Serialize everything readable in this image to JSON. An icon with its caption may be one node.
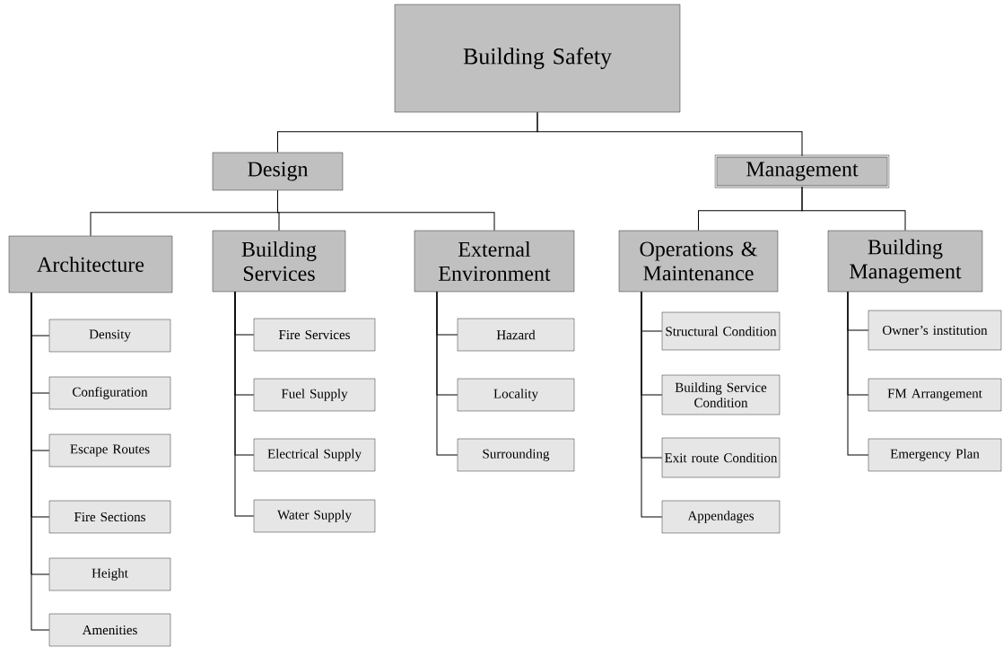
{
  "diagram": {
    "nodes": [
      {
        "text": [
          "Building Safety"
        ]
      },
      {
        "text": [
          "Design"
        ]
      },
      {
        "text": [
          "Management"
        ]
      },
      {
        "text": [
          "Architecture"
        ]
      },
      {
        "text": [
          "Building Services"
        ]
      },
      {
        "text": [
          "External Environment"
        ]
      },
      {
        "text": [
          "Operations & Maintenance"
        ]
      },
      {
        "text": [
          "Building Management"
        ]
      },
      {
        "text": [
          "Density"
        ]
      },
      {
        "text": [
          "Configuration"
        ]
      },
      {
        "text": [
          "Escape Routes"
        ]
      },
      {
        "text": [
          "Fire Sections"
        ]
      },
      {
        "text": [
          "Height"
        ]
      },
      {
        "text": [
          "Amenities"
        ]
      },
      {
        "text": [
          "Fire Services"
        ]
      },
      {
        "text": [
          "Fuel Supply"
        ]
      },
      {
        "text": [
          "Electrical Supply"
        ]
      },
      {
        "text": [
          "Water Supply"
        ]
      },
      {
        "text": [
          "Hazard"
        ]
      },
      {
        "text": [
          "Locality"
        ]
      },
      {
        "text": [
          "Surrounding"
        ]
      },
      {
        "text": [
          "Structural Condition"
        ]
      },
      {
        "text": [
          "Building Service Condition"
        ]
      },
      {
        "text": [
          "Exit route Condition"
        ]
      },
      {
        "text": [
          "Appendages"
        ]
      },
      {
        "text": [
          "Owner’s institution"
        ]
      },
      {
        "text": [
          "FM Arrangement"
        ]
      },
      {
        "text": [
          "Emergency Plan"
        ]
      }
    ],
    "edges": [
      {
        "from": 0,
        "to": 1,
        "arrow": "none"
      },
      {
        "from": 0,
        "to": 2,
        "arrow": "none"
      },
      {
        "from": 1,
        "to": 3,
        "arrow": "none"
      },
      {
        "from": 1,
        "to": 4,
        "arrow": "none"
      },
      {
        "from": 1,
        "to": 5,
        "arrow": "none"
      },
      {
        "from": 2,
        "to": 6,
        "arrow": "none"
      },
      {
        "from": 2,
        "to": 7,
        "arrow": "none"
      },
      {
        "from": 3,
        "to": 8,
        "arrow": "none"
      },
      {
        "from": 3,
        "to": 9,
        "arrow": "none"
      },
      {
        "from": 3,
        "to": 10,
        "arrow": "none"
      },
      {
        "from": 3,
        "to": 11,
        "arrow": "none"
      },
      {
        "from": 3,
        "to": 12,
        "arrow": "none"
      },
      {
        "from": 3,
        "to": 13,
        "arrow": "none"
      },
      {
        "from": 4,
        "to": 14,
        "arrow": "none"
      },
      {
        "from": 4,
        "to": 15,
        "arrow": "none"
      },
      {
        "from": 4,
        "to": 16,
        "arrow": "none"
      },
      {
        "from": 4,
        "to": 17,
        "arrow": "none"
      },
      {
        "from": 5,
        "to": 18,
        "arrow": "none"
      },
      {
        "from": 5,
        "to": 19,
        "arrow": "none"
      },
      {
        "from": 5,
        "to": 20,
        "arrow": "none"
      },
      {
        "from": 6,
        "to": 21,
        "arrow": "none"
      },
      {
        "from": 6,
        "to": 22,
        "arrow": "none"
      },
      {
        "from": 6,
        "to": 23,
        "arrow": "none"
      },
      {
        "from": 6,
        "to": 24,
        "arrow": "none"
      },
      {
        "from": 7,
        "to": 25,
        "arrow": "none"
      },
      {
        "from": 7,
        "to": 26,
        "arrow": "none"
      },
      {
        "from": 7,
        "to": 27,
        "arrow": "none"
      }
    ]
  }
}
